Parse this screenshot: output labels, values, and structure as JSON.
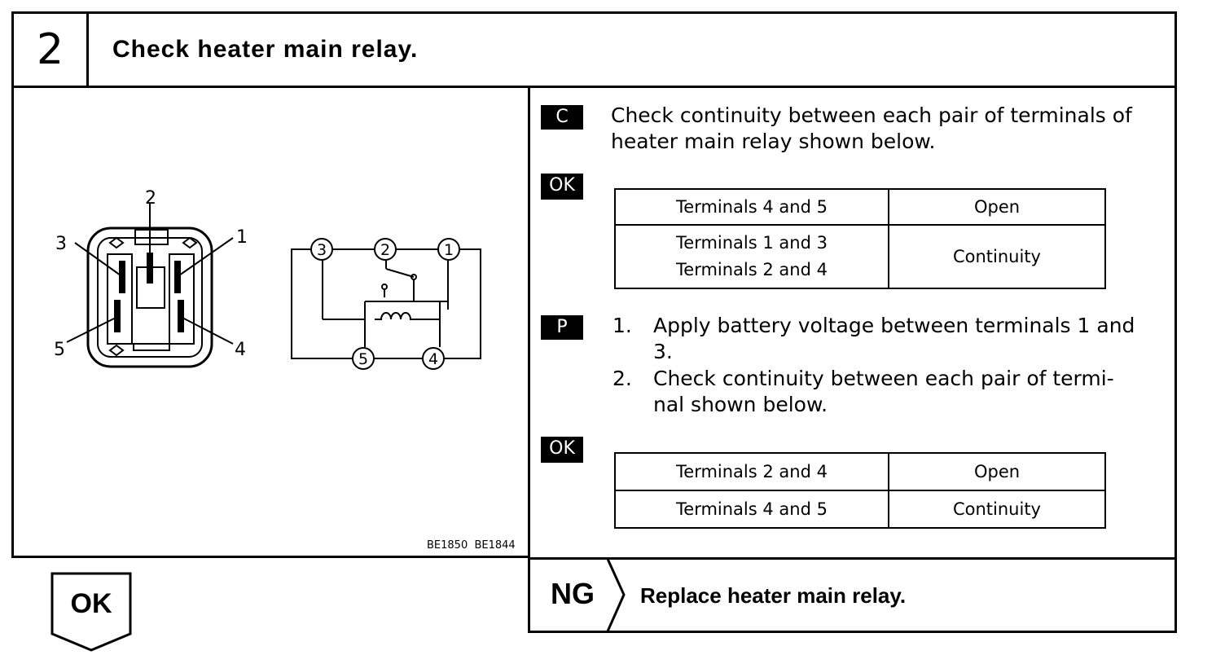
{
  "step": {
    "number": "2",
    "title": "Check heater main relay."
  },
  "figure": {
    "codes": "BE1850  BE1844",
    "relay_pins": [
      "1",
      "2",
      "3",
      "4",
      "5"
    ]
  },
  "check": {
    "tag": "C",
    "text_line1": "Check continuity between each pair of terminals of",
    "text_line2": "heater main relay shown below.",
    "ok_tag": "OK",
    "table": [
      {
        "terminals": [
          "Terminals 4 and 5"
        ],
        "result": "Open"
      },
      {
        "terminals": [
          "Terminals 1 and 3",
          "Terminals 2 and 4"
        ],
        "result": "Continuity"
      }
    ]
  },
  "procedure": {
    "tag": "P",
    "steps": [
      {
        "num": "1.",
        "line1": "Apply battery voltage between terminals 1 and",
        "line2": "3."
      },
      {
        "num": "2.",
        "line1": "Check continuity between each pair of termi-",
        "line2": "nal shown below."
      }
    ],
    "ok_tag": "OK",
    "table": [
      {
        "terminals": "Terminals 2 and 4",
        "result": "Open"
      },
      {
        "terminals": "Terminals 4 and 5",
        "result": "Continuity"
      }
    ]
  },
  "ok_box": {
    "label": "OK"
  },
  "ng_box": {
    "label": "NG",
    "action": "Replace heater main relay."
  }
}
